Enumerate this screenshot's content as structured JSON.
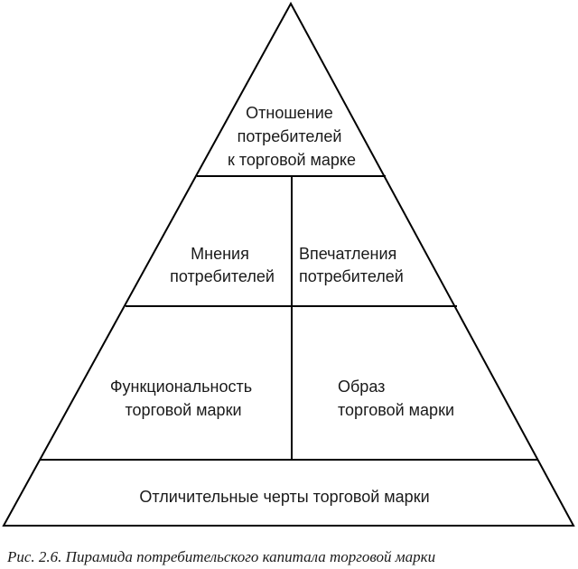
{
  "diagram": {
    "levels": {
      "top": {
        "lines": [
          "Отношение",
          "потребителей",
          "к торговой марке"
        ]
      },
      "upper_left": {
        "lines": [
          "Мнения",
          "потребителей"
        ]
      },
      "upper_right": {
        "lines": [
          "Впечатления",
          "потребителей"
        ]
      },
      "middle_left": {
        "lines": [
          "Функциональность",
          "торговой марки"
        ]
      },
      "middle_right": {
        "lines": [
          "Образ",
          "торговой марки"
        ]
      },
      "base": {
        "lines": [
          "Отличительные черты торговой марки"
        ]
      }
    },
    "caption": "Рис. 2.6. Пирамида потребительского капитала торговой марки"
  }
}
